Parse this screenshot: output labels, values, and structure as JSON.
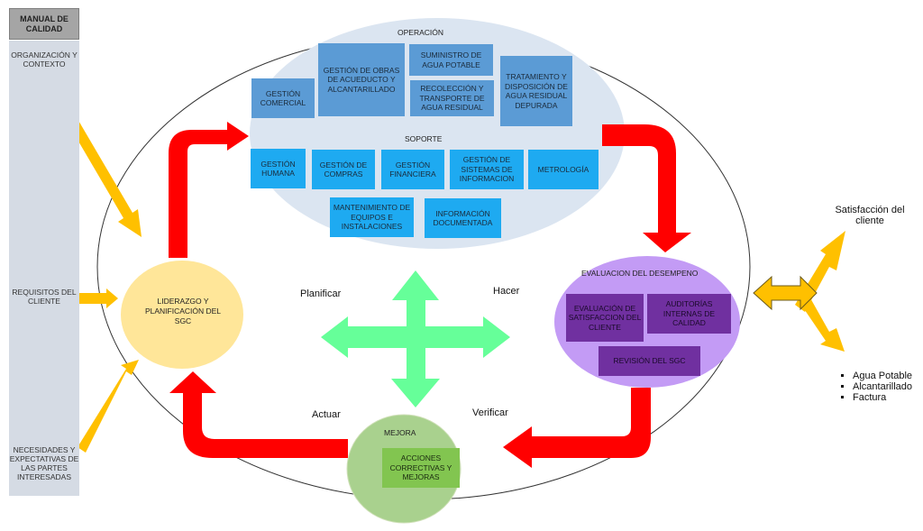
{
  "sidebar": {
    "title": "MANUAL DE CALIDAD",
    "inputs": [
      {
        "label": "ORGANIZACIÓN Y CONTEXTO"
      },
      {
        "label": "REQUISITOS DEL CLIENTE"
      },
      {
        "label": "NECESIDADES Y EXPECTATIVAS DE LAS PARTES INTERESADAS"
      }
    ]
  },
  "operacion": {
    "title": "OPERACIÓN",
    "boxes": [
      {
        "label": "GESTIÓN COMERCIAL"
      },
      {
        "label": "GESTIÓN DE OBRAS DE ACUEDUCTO Y ALCANTARILLADO"
      },
      {
        "label": "SUMINISTRO DE AGUA POTABLE"
      },
      {
        "label": "RECOLECCIÓN Y TRANSPORTE DE AGUA RESIDUAL"
      },
      {
        "label": "TRATAMIENTO Y DISPOSICIÓN DE AGUA RESIDUAL DEPURADA"
      }
    ]
  },
  "soporte": {
    "title": "SOPORTE",
    "boxes": [
      {
        "label": "GESTIÓN HUMANA"
      },
      {
        "label": "GESTIÓN DE COMPRAS"
      },
      {
        "label": "GESTIÓN FINANCIERA"
      },
      {
        "label": "GESTIÓN DE SISTEMAS DE INFORMACION"
      },
      {
        "label": "METROLOGÍA"
      },
      {
        "label": "MANTENIMIENTO DE EQUIPOS E INSTALACIONES"
      },
      {
        "label": "INFORMACIÓN DOCUMENTADA"
      }
    ]
  },
  "liderazgo": {
    "label": "LIDERAZGO Y PLANIFICACIÓN DEL SGC"
  },
  "evaluacion": {
    "title": "EVALUACION DEL DESEMPENO",
    "boxes": [
      {
        "label": "EVALUACIÓN DE SATISFACCION DEL CLIENTE"
      },
      {
        "label": "AUDITORÍAS INTERNAS DE CALIDAD"
      },
      {
        "label": "REVISIÓN DEL SGC"
      }
    ]
  },
  "mejora": {
    "title": "MEJORA",
    "box": "ACCIONES CORRECTIVAS Y MEJORAS"
  },
  "pdca": {
    "plan": "Planificar",
    "do": "Hacer",
    "check": "Verificar",
    "act": "Actuar"
  },
  "outputs": {
    "satisfaction": "Satisfacción del cliente",
    "products": [
      "Agua Potable",
      "Alcantarillado",
      "Factura"
    ]
  },
  "colors": {
    "red_arrow": "#ff0000",
    "yellow_arrow": "#ffc000",
    "green_cross": "#66ff99",
    "operation_box": "#5b9bd5",
    "support_box": "#1eaaf1",
    "eval_ellipse": "#c39bf5",
    "eval_box": "#7030a0",
    "mejora_circle": "#a9d18e",
    "liderazgo_circle": "#ffe699"
  }
}
